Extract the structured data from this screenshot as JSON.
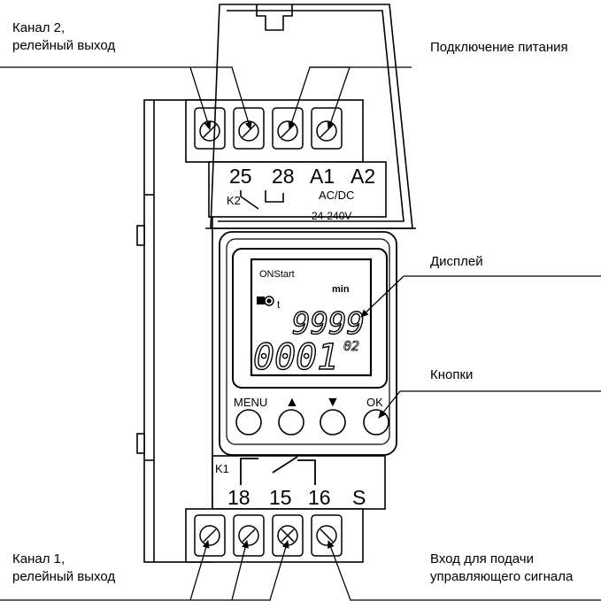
{
  "callouts": {
    "channel2": {
      "line1": "Канал 2,",
      "line2": "релейный выход"
    },
    "power": "Подключение питания",
    "display": "Дисплей",
    "buttons": "Кнопки",
    "channel1": {
      "line1": "Канал 1,",
      "line2": "релейный выход"
    },
    "control_input": {
      "line1": "Вход для подачи",
      "line2": "управляющего сигнала"
    }
  },
  "top_block": {
    "terminals": [
      "25",
      "28",
      "A1",
      "A2"
    ],
    "relay_label": "K2",
    "supply_type": "AC/DC",
    "supply_range": "24-240V"
  },
  "lcd": {
    "mode": "ONStart",
    "unit": "min",
    "timer_value": "9999",
    "counter_value": "0001",
    "counter_suffix": "02",
    "t_label": "t"
  },
  "keys": {
    "menu": "MENU",
    "up": "▲",
    "down": "▼",
    "ok": "OK"
  },
  "bottom_block": {
    "relay_label": "K1",
    "terminals": [
      "18",
      "15",
      "16",
      "S"
    ]
  }
}
